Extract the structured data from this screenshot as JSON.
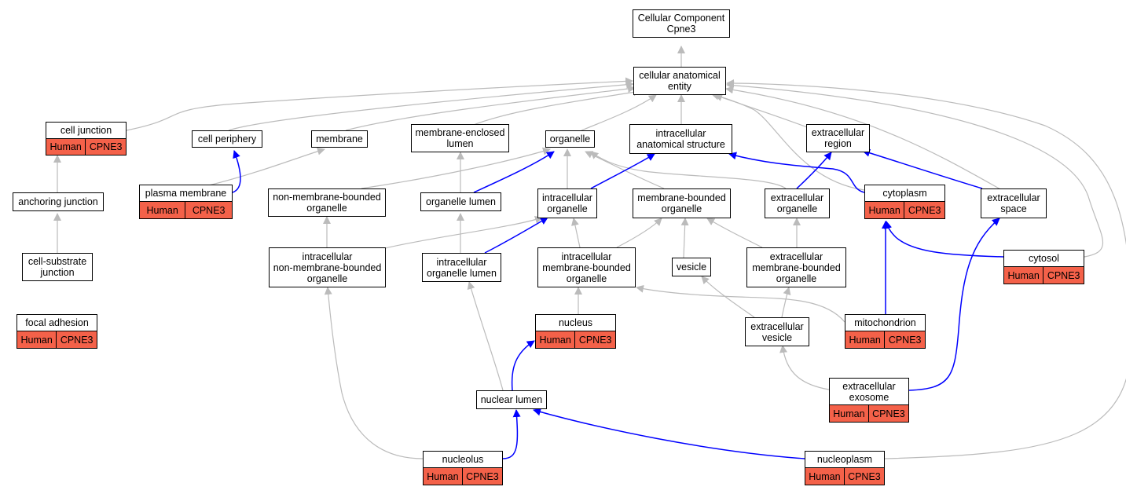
{
  "colors": {
    "annotated_fill": "#f46149",
    "direct_edge": "#0000ff",
    "inferred_edge": "#bbbbbb"
  },
  "nodes": {
    "root": "Cellular Component\nCpne3",
    "cae": "cellular anatomical\nentity",
    "cell_junction": "cell junction",
    "cell_periphery": "cell periphery",
    "membrane": "membrane",
    "membrane_enclosed_lumen": "membrane-enclosed\nlumen",
    "organelle": "organelle",
    "intracellular_anatomical_structure": "intracellular\nanatomical structure",
    "extracellular_region": "extracellular\nregion",
    "anchoring_junction": "anchoring junction",
    "plasma_membrane": "plasma membrane",
    "non_membrane_bounded_organelle": "non-membrane-bounded\norganelle",
    "organelle_lumen": "organelle lumen",
    "intracellular_organelle": "intracellular\norganelle",
    "membrane_bounded_organelle": "membrane-bounded\norganelle",
    "extracellular_organelle": "extracellular\norganelle",
    "cytoplasm": "cytoplasm",
    "extracellular_space": "extracellular\nspace",
    "cell_substrate_junction": "cell-substrate\njunction",
    "intracellular_non_membrane_bounded_organelle": "intracellular\nnon-membrane-bounded\norganelle",
    "intracellular_organelle_lumen": "intracellular\norganelle lumen",
    "intracellular_membrane_bounded_organelle": "intracellular\nmembrane-bounded\norganelle",
    "vesicle": "vesicle",
    "extracellular_membrane_bounded_organelle": "extracellular\nmembrane-bounded\norganelle",
    "cytosol": "cytosol",
    "focal_adhesion": "focal adhesion",
    "nucleus": "nucleus",
    "extracellular_vesicle": "extracellular\nvesicle",
    "mitochondrion": "mitochondrion",
    "nuclear_lumen": "nuclear lumen",
    "extracellular_exosome": "extracellular\nexosome",
    "nucleolus": "nucleolus",
    "nucleoplasm": "nucleoplasm"
  },
  "annotation": {
    "species": "Human",
    "gene": "CPNE3"
  }
}
